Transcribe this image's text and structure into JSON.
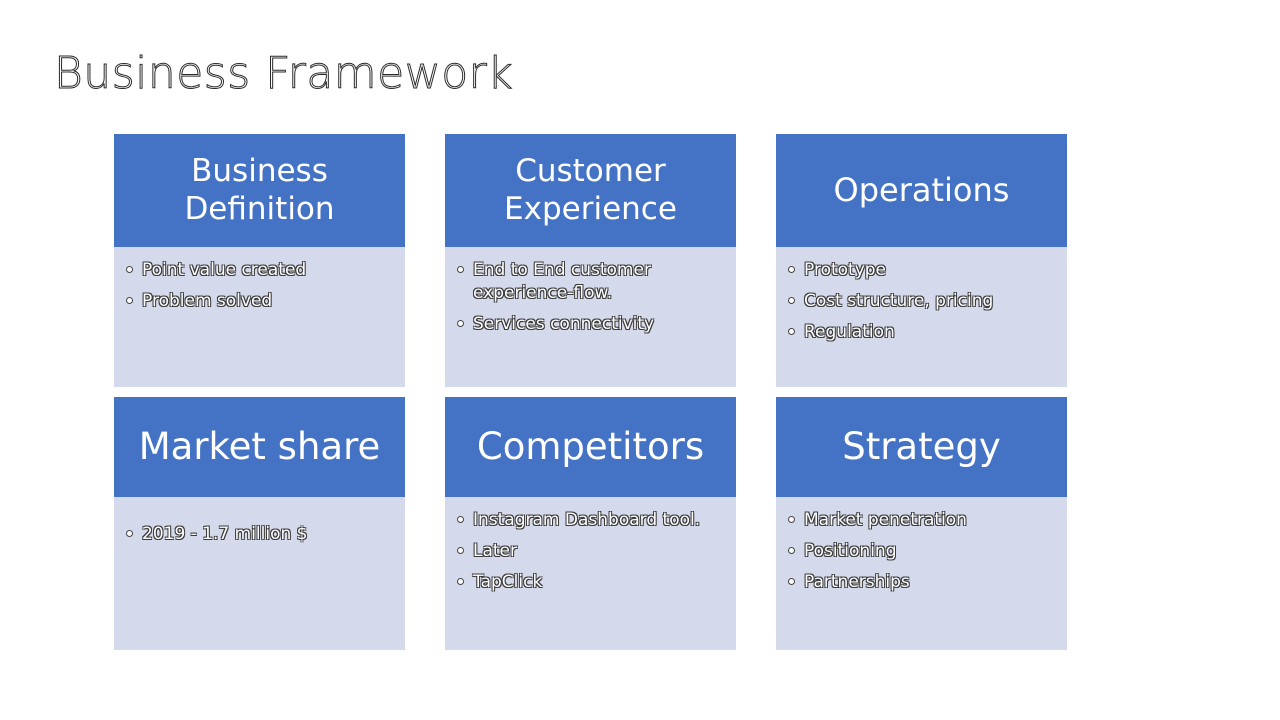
{
  "title": "Business Framework",
  "cards": [
    {
      "header": "Business Definition",
      "items": [
        "Point value created",
        "Problem solved"
      ]
    },
    {
      "header": "Customer Experience",
      "items": [
        "End to End customer experience-flow.",
        "Services connectivity"
      ]
    },
    {
      "header": "Operations",
      "items": [
        "Prototype",
        "Cost structure, pricing",
        "Regulation"
      ]
    },
    {
      "header": "Market share",
      "items": [
        "2019 - 1.7 million $"
      ]
    },
    {
      "header": "Competitors",
      "items": [
        "Instagram Dashboard tool.",
        "Later",
        "TapClick"
      ]
    },
    {
      "header": "Strategy",
      "items": [
        "Market penetration",
        "Positioning",
        "Partnerships"
      ]
    }
  ],
  "colors": {
    "header": "#4472c4",
    "body": "#d4d9eb"
  },
  "icons": {
    "bullet": "bullet-dot-icon"
  }
}
